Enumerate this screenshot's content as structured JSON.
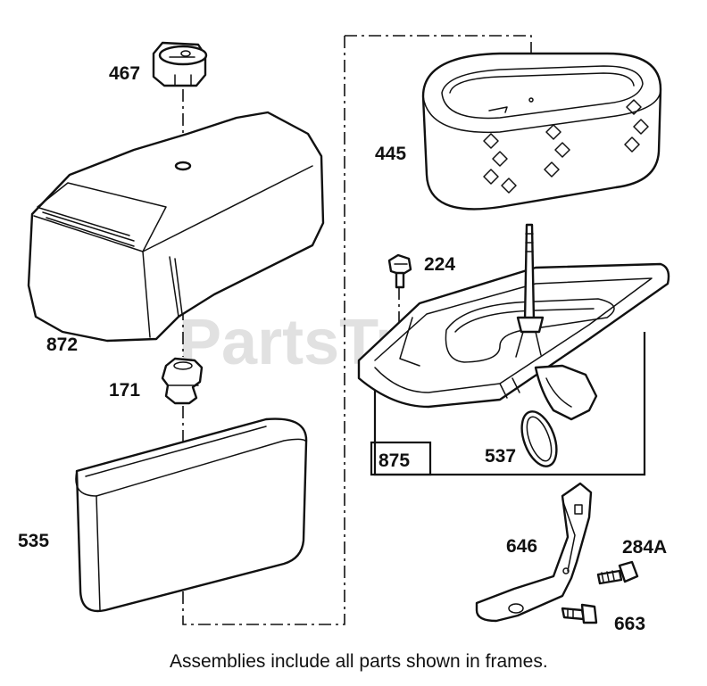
{
  "labels": {
    "p467": "467",
    "p872": "872",
    "p171": "171",
    "p535": "535",
    "p445": "445",
    "p224": "224",
    "p875": "875",
    "p537": "537",
    "p646": "646",
    "p284a": "284A",
    "p663": "663"
  },
  "caption": "Assemblies include all parts shown in frames.",
  "watermark": "PartsTree"
}
